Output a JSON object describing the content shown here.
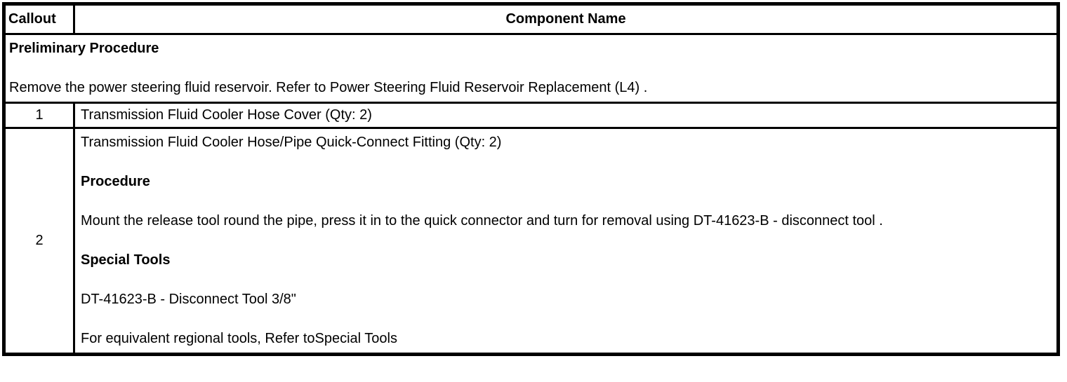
{
  "colors": {
    "background": "#ffffff",
    "text": "#000000",
    "border": "#000000"
  },
  "table": {
    "header": {
      "callout": "Callout",
      "component_name": "Component Name"
    },
    "preliminary": {
      "title": "Preliminary Procedure",
      "text": "Remove the power steering fluid reservoir. Refer to Power Steering Fluid Reservoir Replacement (L4) ."
    },
    "rows": [
      {
        "callout": "1",
        "component": "Transmission Fluid Cooler Hose Cover (Qty: 2)"
      },
      {
        "callout": "2",
        "component": "Transmission Fluid Cooler Hose/Pipe Quick-Connect Fitting (Qty: 2)",
        "procedure_heading": "Procedure",
        "procedure_text": "Mount the release tool round the pipe, press it in to the quick connector and turn for removal using DT-41623-B - disconnect tool .",
        "special_tools_heading": "Special Tools",
        "special_tool": "DT-41623-B - Disconnect Tool 3/8\"",
        "regional_note": "For equivalent regional tools, Refer toSpecial Tools"
      }
    ]
  }
}
